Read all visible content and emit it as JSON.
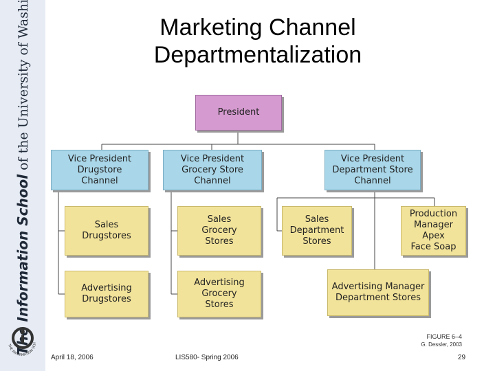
{
  "slide": {
    "title_line1": "Marketing Channel",
    "title_line2": "Departmentalization"
  },
  "sidebar": {
    "school_bold": "The Information School",
    "school_rest": "of the University of Washington",
    "logo_text": "THE INFORMATION SCHOOL"
  },
  "org_chart": {
    "president": "President",
    "vp_drugstore": "Vice President\nDrugstore\nChannel",
    "vp_grocery": "Vice President\nGrocery Store\nChannel",
    "vp_department": "Vice President\nDepartment Store\nChannel",
    "sales_drugstores": "Sales\nDrugstores",
    "sales_grocery": "Sales\nGrocery\nStores",
    "sales_department": "Sales\nDepartment\nStores",
    "production_manager": "Production\nManager\nApex\nFace Soap",
    "advertising_drugstores": "Advertising\nDrugstores",
    "advertising_grocery": "Advertising\nGrocery\nStores",
    "advertising_department": "Advertising Manager\nDepartment Stores"
  },
  "caption": {
    "figure": "FIGURE 6–4",
    "source": "G. Dessler, 2003"
  },
  "footer": {
    "date": "April 18, 2006",
    "course": "LIS580- Spring 2006",
    "page": "29"
  },
  "colors": {
    "president": "#d59ad0",
    "vice_president": "#a9d6e8",
    "department": "#f2e39a"
  }
}
